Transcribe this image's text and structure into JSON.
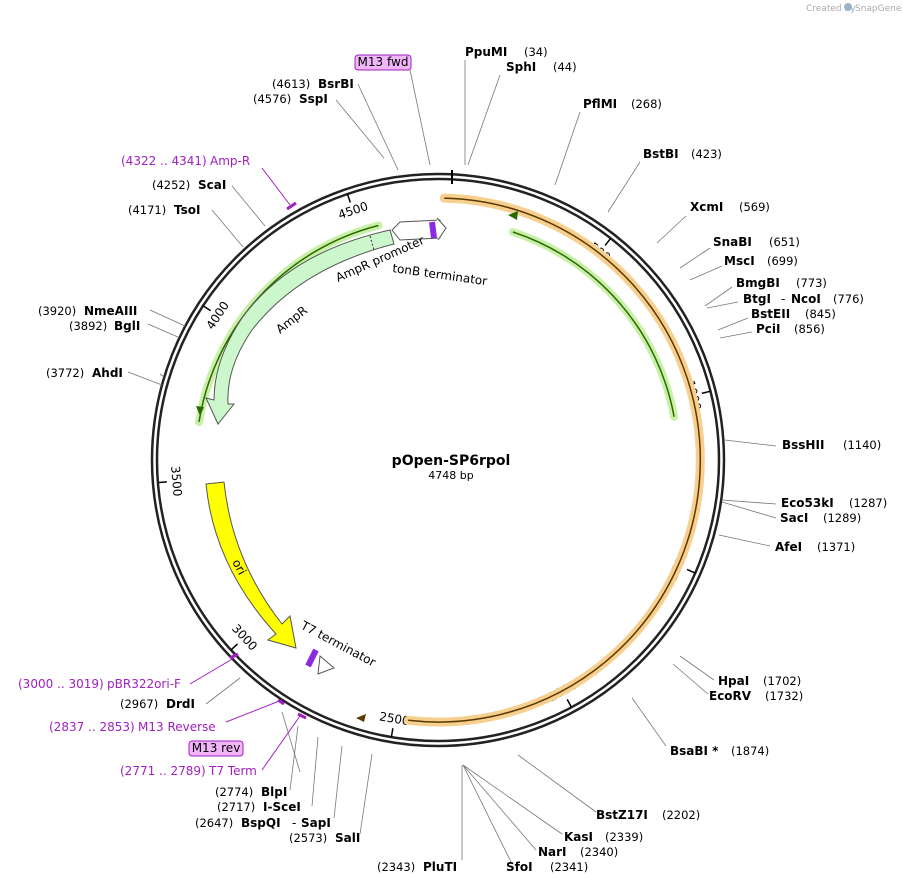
{
  "credit": {
    "prefix": "Created by",
    "brand": "SnapGene"
  },
  "plasmid": {
    "name": "pOpen-SP6rpol",
    "length_label": "4748 bp",
    "length": 4748
  },
  "ticks": [
    {
      "label": "500",
      "bp": 500
    },
    {
      "label": "1000",
      "bp": 1000
    },
    {
      "label": "1500",
      "bp": 1500
    },
    {
      "label": "2000",
      "bp": 2000
    },
    {
      "label": "2500",
      "bp": 2500
    },
    {
      "label": "3000",
      "bp": 3000
    },
    {
      "label": "3500",
      "bp": 3500
    },
    {
      "label": "4000",
      "bp": 4000
    },
    {
      "label": "4500",
      "bp": 4500
    }
  ],
  "features": {
    "ampr_promoter": "AmpR promoter",
    "ampr": "AmpR",
    "tonb": "tonB terminator",
    "ori": "ori",
    "t7term": "T7 terminator"
  },
  "primer_boxes": {
    "m13fwd": "M13 fwd",
    "m13rev": "M13 rev"
  },
  "sites": [
    {
      "name": "PpuMI",
      "pos": "(34)"
    },
    {
      "name": "SphI",
      "pos": "(44)"
    },
    {
      "name": "PflMI",
      "pos": "(268)"
    },
    {
      "name": "BstBI",
      "pos": "(423)"
    },
    {
      "name": "XcmI",
      "pos": "(569)"
    },
    {
      "name": "SnaBI",
      "pos": "(651)"
    },
    {
      "name": "MscI",
      "pos": "(699)"
    },
    {
      "name": "BmgBI",
      "pos": "(773)"
    },
    {
      "name": "BtgI",
      "sep": "-",
      "name2": "NcoI",
      "pos": "(776)"
    },
    {
      "name": "BstEII",
      "pos": "(845)"
    },
    {
      "name": "PciI",
      "pos": "(856)"
    },
    {
      "name": "BssHII",
      "pos": "(1140)"
    },
    {
      "name": "Eco53kI",
      "pos": "(1287)"
    },
    {
      "name": "SacI",
      "pos": "(1289)"
    },
    {
      "name": "AfeI",
      "pos": "(1371)"
    },
    {
      "name": "HpaI",
      "pos": "(1702)"
    },
    {
      "name": "EcoRV",
      "pos": "(1732)"
    },
    {
      "name": "BsaBI *",
      "pos": "(1874)"
    },
    {
      "name": "BstZ17I",
      "pos": "(2202)"
    },
    {
      "name": "KasI",
      "pos": "(2339)"
    },
    {
      "name": "NarI",
      "pos": "(2340)"
    },
    {
      "name": "SfoI",
      "pos": "(2341)"
    },
    {
      "name": "PluTI",
      "pos": "(2343)"
    },
    {
      "name": "SalI",
      "pos": "(2573)"
    },
    {
      "name": "BspQI",
      "sep": "-",
      "name2": "SapI",
      "pos": "(2647)"
    },
    {
      "name": "I-SceI",
      "pos": "(2717)"
    },
    {
      "name": "BlpI",
      "pos": "(2774)"
    },
    {
      "name": "DrdI",
      "pos": "(2967)"
    },
    {
      "name": "AhdI",
      "pos": "(3772)"
    },
    {
      "name": "BglI",
      "pos": "(3892)"
    },
    {
      "name": "NmeAIII",
      "pos": "(3920)"
    },
    {
      "name": "TsoI",
      "pos": "(4171)"
    },
    {
      "name": "ScaI",
      "pos": "(4252)"
    },
    {
      "name": "SspI",
      "pos": "(4576)"
    },
    {
      "name": "BsrBI",
      "pos": "(4613)"
    }
  ],
  "primers": [
    {
      "range": "(4322 .. 4341)",
      "name": "Amp-R"
    },
    {
      "range": "(3000 .. 3019)",
      "name": "pBR322ori-F"
    },
    {
      "range": "(2837 .. 2853)",
      "name": "M13 Reverse"
    },
    {
      "range": "(2771 .. 2789)",
      "name": "T7 Term"
    }
  ]
}
